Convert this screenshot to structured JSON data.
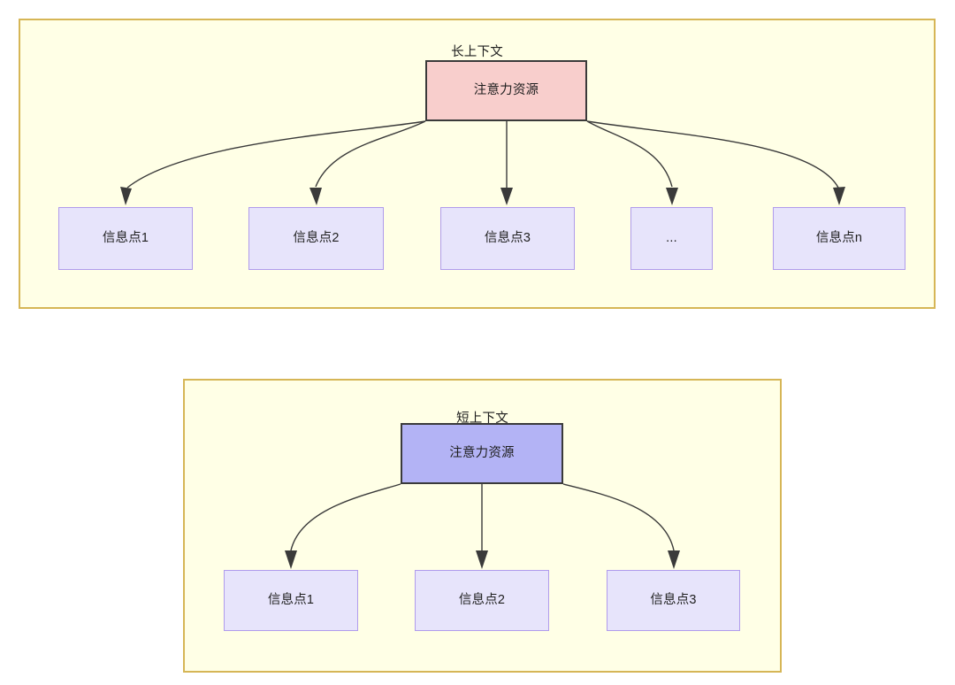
{
  "diagram": {
    "type": "flow-diagram",
    "title_note": "Attention resource allocation over long vs short context",
    "palette": {
      "container_fill": "#ffffe6",
      "container_border": "#d6b656",
      "attention_long_fill": "#f8cecc",
      "attention_short_fill": "#b3b3f5",
      "node_border_dark": "#3a3a3a",
      "info_fill": "#e7e4fb",
      "info_border": "#b09bec",
      "edge_color": "#3a3a3a",
      "text_color": "#1f1f1f"
    },
    "containers": [
      {
        "id": "long",
        "title": "长上下文",
        "root": {
          "label": "注意力资源"
        },
        "children": [
          {
            "label": "信息点1"
          },
          {
            "label": "信息点2"
          },
          {
            "label": "信息点3"
          },
          {
            "label": "..."
          },
          {
            "label": "信息点n"
          }
        ]
      },
      {
        "id": "short",
        "title": "短上下文",
        "root": {
          "label": "注意力资源"
        },
        "children": [
          {
            "label": "信息点1"
          },
          {
            "label": "信息点2"
          },
          {
            "label": "信息点3"
          }
        ]
      }
    ]
  }
}
